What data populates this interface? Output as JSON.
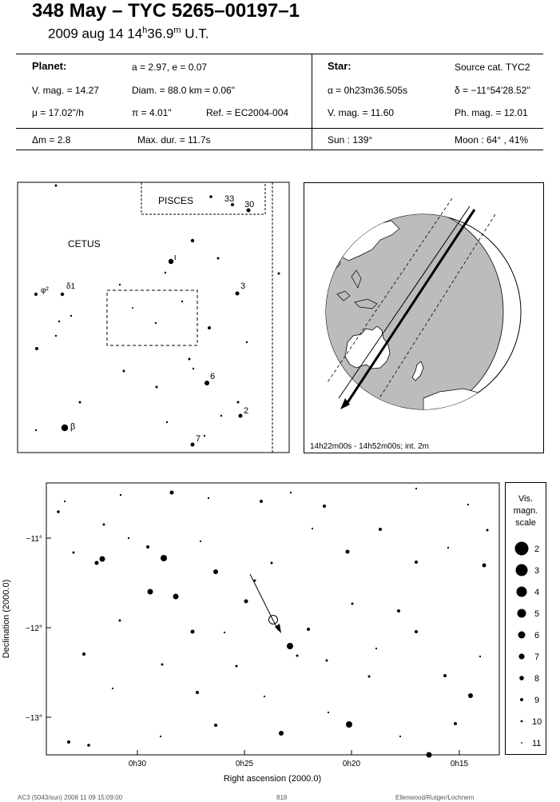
{
  "header": {
    "title": "348 May  –  TYC 5265–00197–1",
    "date_prefix": "2009 aug 14  14",
    "time_h": "h",
    "time_m_val": "36.9",
    "time_m": "m",
    "time_suffix": " U.T."
  },
  "info": {
    "planet_label": "Planet:",
    "orbit": "a = 2.97, e = 0.07",
    "vmag": "V. mag. = 14.27",
    "diam": "Diam. = 88.0 km = 0.06\"",
    "mu": "μ = 17.02\"/h",
    "pi": "π =  4.01\"",
    "ref": "Ref. = EC2004-004",
    "star_label": "Star:",
    "source_cat": "Source cat.  TYC2",
    "alpha": "α =  0h23m36.505s",
    "delta": "δ = −11°54'28.52\"",
    "star_vmag": "V. mag. = 11.60",
    "ph_mag": "Ph. mag. = 12.01",
    "dm": "Δm = 2.8",
    "maxdur": "Max. dur. = 11.7s",
    "sun": "Sun : 139°",
    "moon": "Moon :  64° , 41%"
  },
  "finder": {
    "pisces": "PISCES",
    "cetus": "CETUS",
    "labels": [
      "33",
      "30",
      "ι",
      "φ²",
      "δ1",
      "3",
      "6",
      "2",
      "β",
      "7"
    ]
  },
  "globe": {
    "caption": "14h22m00s - 14h52m00s; int.  2m"
  },
  "chart": {
    "ylabel": "Declination (2000.0)",
    "xlabel": "Right ascension (2000.0)",
    "yticks": [
      "−11°",
      "−12°",
      "−13°"
    ],
    "xticks": [
      "0h30",
      "0h25",
      "0h20",
      "0h15"
    ]
  },
  "scale": {
    "title_1": "Vis.",
    "title_2": "magn.",
    "title_3": "scale",
    "mags": [
      "2",
      "3",
      "4",
      "5",
      "6",
      "7",
      "8",
      "9",
      "10",
      "11"
    ]
  },
  "footer": {
    "left": "AC3 (5043/sun) 2008 11 09 15:09:00",
    "center": "818",
    "right": "Ellenwood/Rutger/Lochnem"
  }
}
